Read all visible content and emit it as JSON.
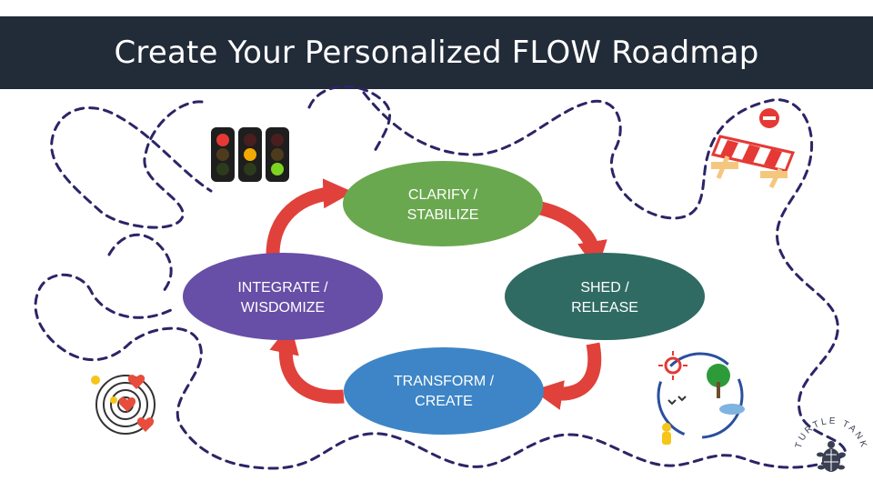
{
  "title": "Create Your Personalized FLOW Roadmap",
  "colors": {
    "title_bg": "#222b38",
    "path": "#2b2566",
    "arrow": "#e0413a",
    "clarify": "#6aa84f",
    "shed": "#2f6b63",
    "transform": "#3d85c6",
    "integrate": "#674ea7"
  },
  "cycle": {
    "clarify": {
      "line1": "CLARIFY /",
      "line2": "STABILIZE"
    },
    "shed": {
      "line1": "SHED /",
      "line2": "RELEASE"
    },
    "transform": {
      "line1": "TRANSFORM /",
      "line2": "CREATE"
    },
    "integrate": {
      "line1": "INTEGRATE /",
      "line2": "WISDOMIZE"
    }
  },
  "icons": {
    "traffic_light": "traffic-light-icon",
    "roadblock": "roadblock-icon",
    "target_hearts": "target-hearts-icon",
    "nature_cycle": "nature-cycle-icon"
  },
  "logo": {
    "text": "TURTLE TANK"
  }
}
